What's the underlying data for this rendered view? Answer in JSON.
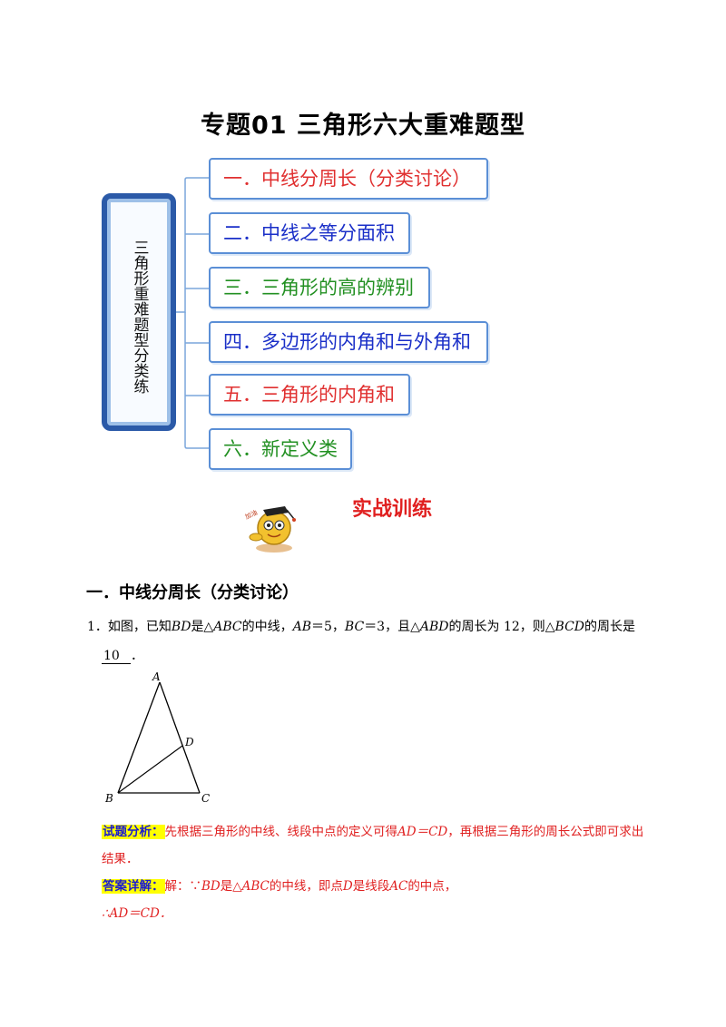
{
  "title": "专题01  三角形六大重难题型",
  "mindmap": {
    "root": "三角形重难题型分类练",
    "branches": [
      {
        "label": "一．中线分周长（分类讨论）",
        "color": "#e03030"
      },
      {
        "label": "二．中线之等分面积",
        "color": "#1a2fc8"
      },
      {
        "label": "三．三角形的高的辨别",
        "color": "#229022"
      },
      {
        "label": "四．多边形的内角和与外角和",
        "color": "#1a2fc8"
      },
      {
        "label": "五．三角形的内角和",
        "color": "#e03030"
      },
      {
        "label": "六．新定义类",
        "color": "#229022"
      }
    ]
  },
  "practice": {
    "label": "实战训练",
    "mascot_icon": "cartoon-student-mascot"
  },
  "section1": {
    "heading": "一．中线分周长（分类讨论）"
  },
  "question1": {
    "number": "1．",
    "text_a": "如图，已知",
    "BD": "BD",
    "text_b": "是△",
    "ABC": "ABC",
    "text_c": "的中线，",
    "AB_eq": "AB",
    "ab_val": "＝5，",
    "BC_eq": "BC",
    "bc_val": "＝3，且△",
    "ABD": "ABD",
    "text_d": "的周长为 12，则△",
    "BCD": "BCD",
    "text_e": "的周长是",
    "answer": "10",
    "period": "．"
  },
  "figure": {
    "labels": {
      "A": "A",
      "B": "B",
      "C": "C",
      "D": "D"
    }
  },
  "analysis": {
    "label": "试题分析：",
    "text_a": "先根据三角形的中线、线段中点的定义可得",
    "eq": "AD＝CD",
    "text_b": "，再根据三角形的周长公式即可求出结果．"
  },
  "detail": {
    "label": "答案详解：",
    "line1_a": "解：∵",
    "BD": "BD",
    "line1_b": "是△",
    "ABC": "ABC",
    "line1_c": "的中线，即点",
    "D": "D",
    "line1_d": "是线段",
    "AC": "AC",
    "line1_e": "的中点，",
    "line2": "∴AD＝CD．"
  }
}
